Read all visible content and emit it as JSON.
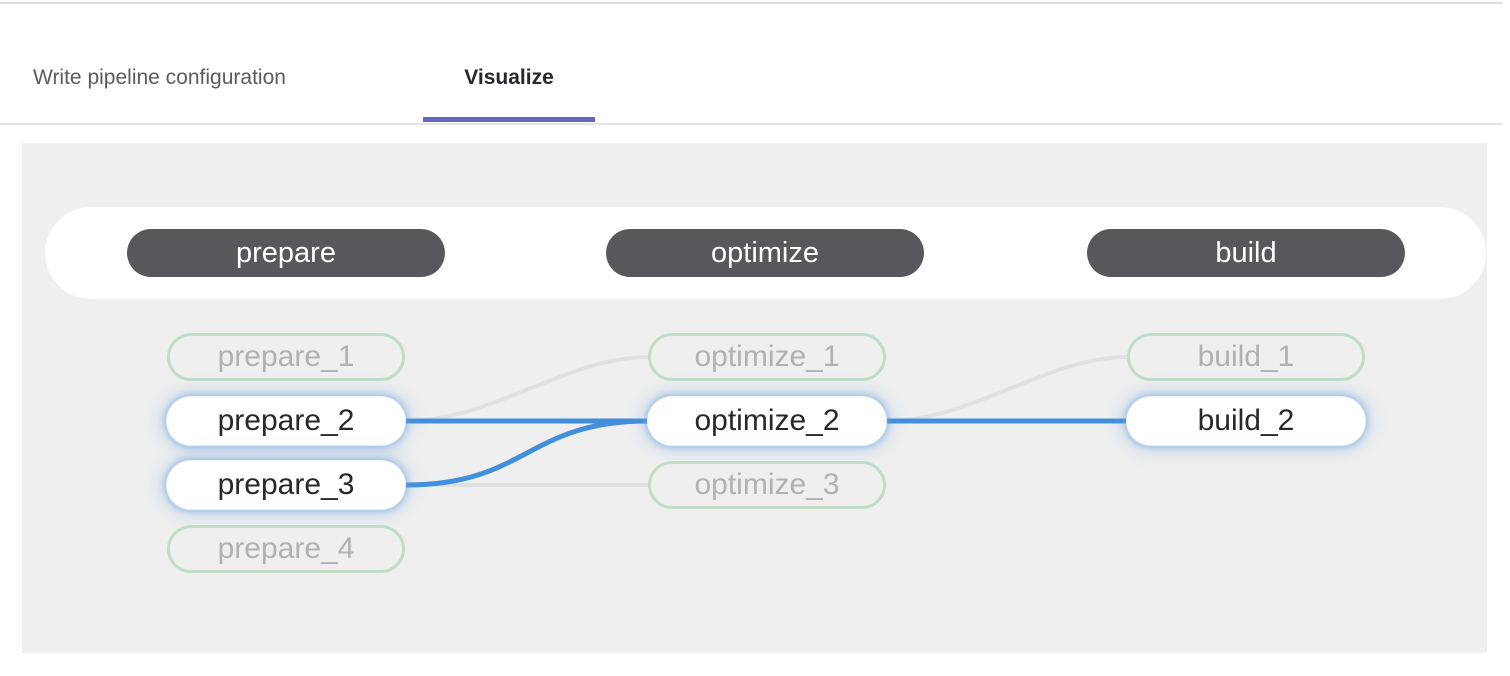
{
  "tabs": [
    {
      "label": "Write pipeline configuration",
      "active": false
    },
    {
      "label": "Visualize",
      "active": true
    }
  ],
  "stages": [
    {
      "name": "prepare",
      "jobs": [
        {
          "name": "prepare_1",
          "state": "dimmed"
        },
        {
          "name": "prepare_2",
          "state": "highlighted"
        },
        {
          "name": "prepare_3",
          "state": "highlighted"
        },
        {
          "name": "prepare_4",
          "state": "dimmed"
        }
      ]
    },
    {
      "name": "optimize",
      "jobs": [
        {
          "name": "optimize_1",
          "state": "dimmed"
        },
        {
          "name": "optimize_2",
          "state": "highlighted"
        },
        {
          "name": "optimize_3",
          "state": "dimmed"
        }
      ]
    },
    {
      "name": "build",
      "jobs": [
        {
          "name": "build_1",
          "state": "dimmed"
        },
        {
          "name": "build_2",
          "state": "highlighted"
        }
      ]
    }
  ],
  "links": [
    {
      "from": "prepare_2",
      "to": "optimize_1",
      "highlighted": false
    },
    {
      "from": "prepare_3",
      "to": "optimize_3",
      "highlighted": false
    },
    {
      "from": "optimize_2",
      "to": "build_1",
      "highlighted": false
    },
    {
      "from": "prepare_2",
      "to": "optimize_2",
      "highlighted": true
    },
    {
      "from": "prepare_3",
      "to": "optimize_2",
      "highlighted": true
    },
    {
      "from": "optimize_2",
      "to": "build_2",
      "highlighted": true
    }
  ],
  "colors": {
    "accent_tab_indicator": "#6666c4",
    "link_highlight": "#428fdc",
    "link_dimmed": "#e0e0e2",
    "stage_pill_bg": "#58575c",
    "job_dimmed_border": "#c3dcc8",
    "job_dimmed_text": "#b1b1b5",
    "job_highlight_text": "#28272d",
    "panel_bg": "#efefef",
    "tab_inactive_text": "#5b5a61",
    "tab_active_text": "#28272d"
  }
}
